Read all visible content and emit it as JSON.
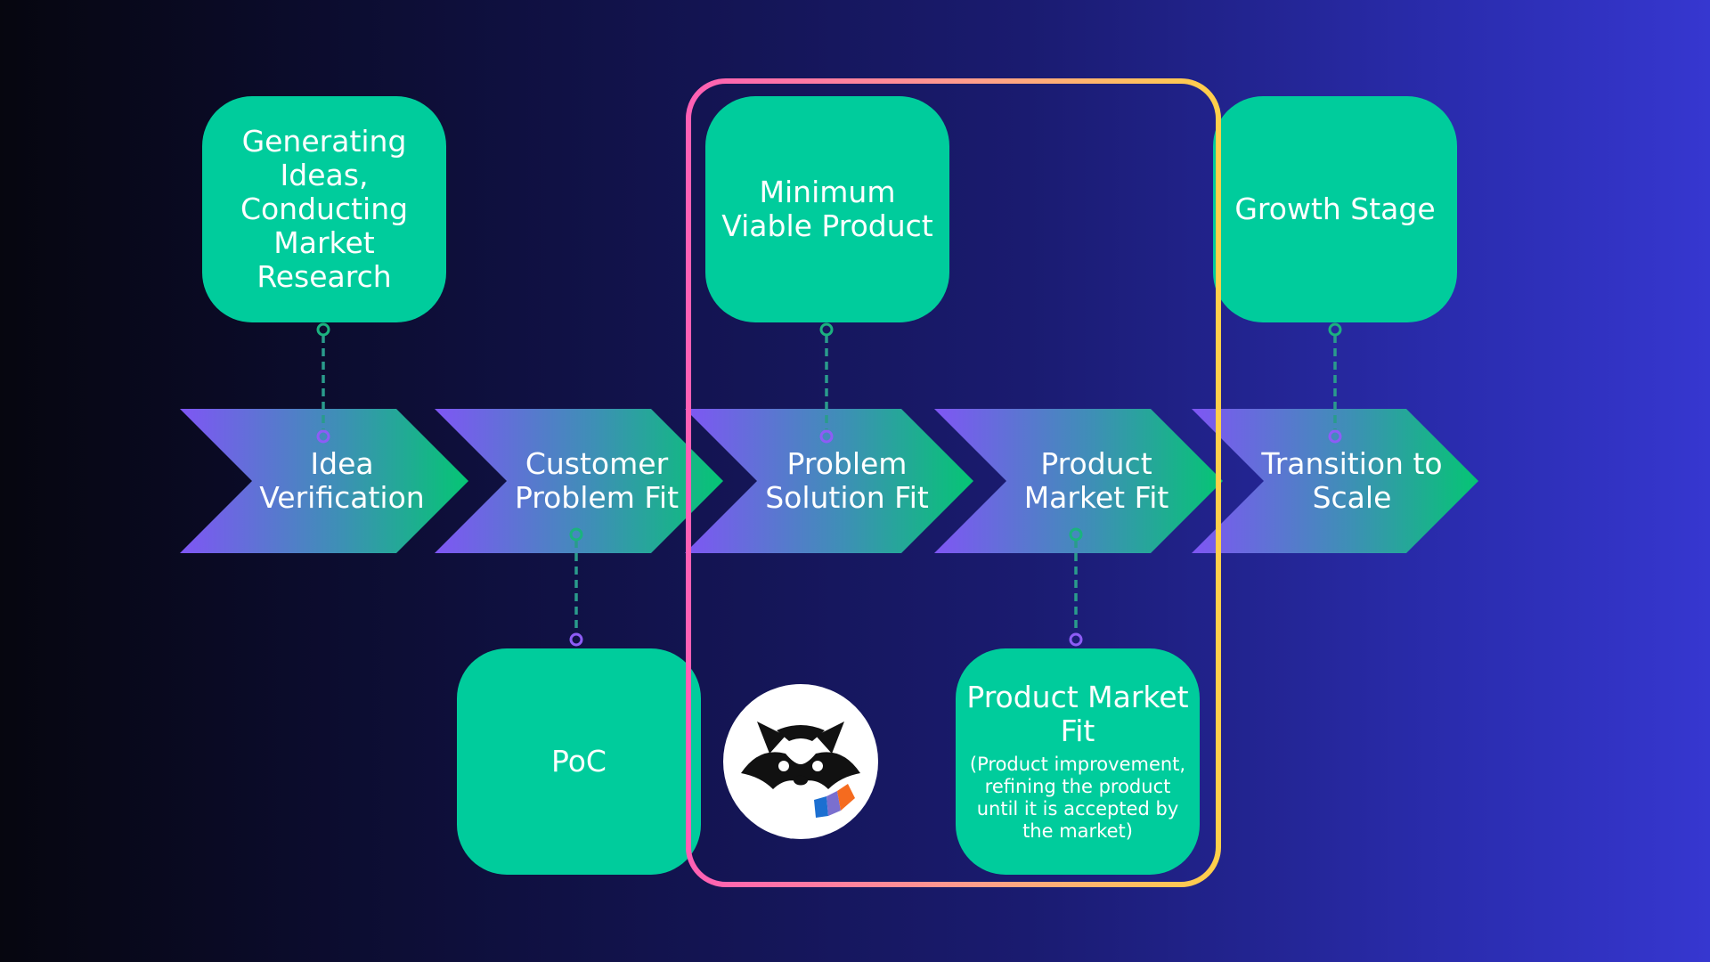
{
  "stages": [
    {
      "label": "Idea Verification"
    },
    {
      "label": "Customer Problem Fit"
    },
    {
      "label": "Problem Solution Fit"
    },
    {
      "label": "Product Market Fit"
    },
    {
      "label": "Transition to Scale"
    }
  ],
  "top_boxes": [
    {
      "label": "Generating Ideas, Conducting Market Research"
    },
    {
      "label": "Minimum Viable Product"
    },
    {
      "label": "Growth Stage"
    }
  ],
  "bottom_boxes": [
    {
      "label": "PoC"
    },
    {
      "label": "Product Market Fit",
      "detail": "(Product improvement, refining the product until it is accepted by the market)"
    }
  ],
  "colors": {
    "box": "#00cc9c",
    "chevron_start": "#7f56f4",
    "chevron_end": "#05c574",
    "connector_teal": "#1aa58a",
    "connector_purple": "#8d5cf6",
    "highlight_start": "#ff5fb4",
    "highlight_end": "#ffcf4a"
  },
  "logo": {
    "icon": "raccoon-icon"
  }
}
